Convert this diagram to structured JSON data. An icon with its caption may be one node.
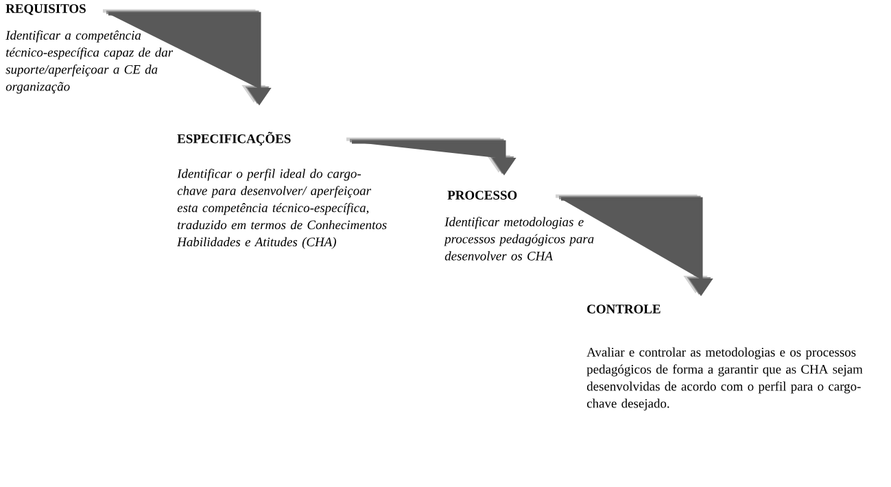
{
  "diagram": {
    "nodes": [
      {
        "text": [
          "REQUISITOS",
          "Identificar a competência técnico-específica capaz de dar suporte/aperfeiçoar a CE da organização"
        ]
      },
      {
        "text": [
          "ESPECIFICAÇÕES",
          "Identificar o perfil ideal do cargo-chave para desenvolver/ aperfeiçoar esta competência técnico-específica, traduzido em termos de Conhecimentos Habilidades e Atitudes (CHA)"
        ]
      },
      {
        "text": [
          "PROCESSO",
          "Identificar metodologias e processos pedagógicos para desenvolver os CHA"
        ]
      },
      {
        "text": [
          "CONTROLE",
          "Avaliar e controlar as metodologias e os processos pedagógicos de forma a garantir que as CHA sejam desenvolvidas de acordo com o perfil para o cargo-chave desejado."
        ]
      }
    ],
    "edges": [
      {
        "from": 0,
        "to": 1,
        "arrow": "to"
      },
      {
        "from": 1,
        "to": 2,
        "arrow": "to"
      },
      {
        "from": 2,
        "to": 3,
        "arrow": "to"
      }
    ]
  }
}
